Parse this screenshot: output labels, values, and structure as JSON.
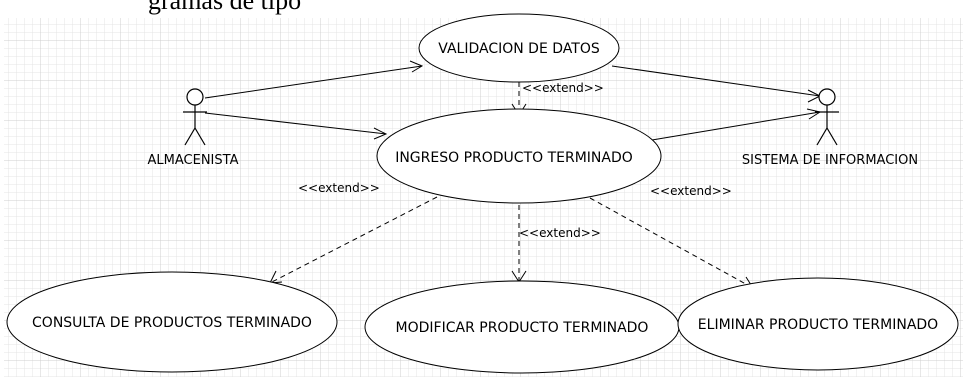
{
  "caption": "gramas de tipo",
  "actors": {
    "almacenista": "ALMACENISTA",
    "sistema": "SISTEMA DE INFORMACION"
  },
  "use_cases": {
    "validacion": "VALIDACION DE DATOS",
    "ingreso": "INGRESO PRODUCTO TERMINADO",
    "consulta": "CONSULTA DE PRODUCTOS TERMINADO",
    "modificar": "MODIFICAR PRODUCTO TERMINADO",
    "eliminar": "ELIMINAR PRODUCTO TERMINADO"
  },
  "relations": {
    "extend_validacion": "<<extend>>",
    "extend_consulta": "<<extend>>",
    "extend_modificar": "<<extend>>",
    "extend_eliminar": "<<extend>>"
  },
  "colors": {
    "grid_minor": "#e4e4e4",
    "grid_major": "#cfcfcf",
    "stroke": "#000000"
  }
}
